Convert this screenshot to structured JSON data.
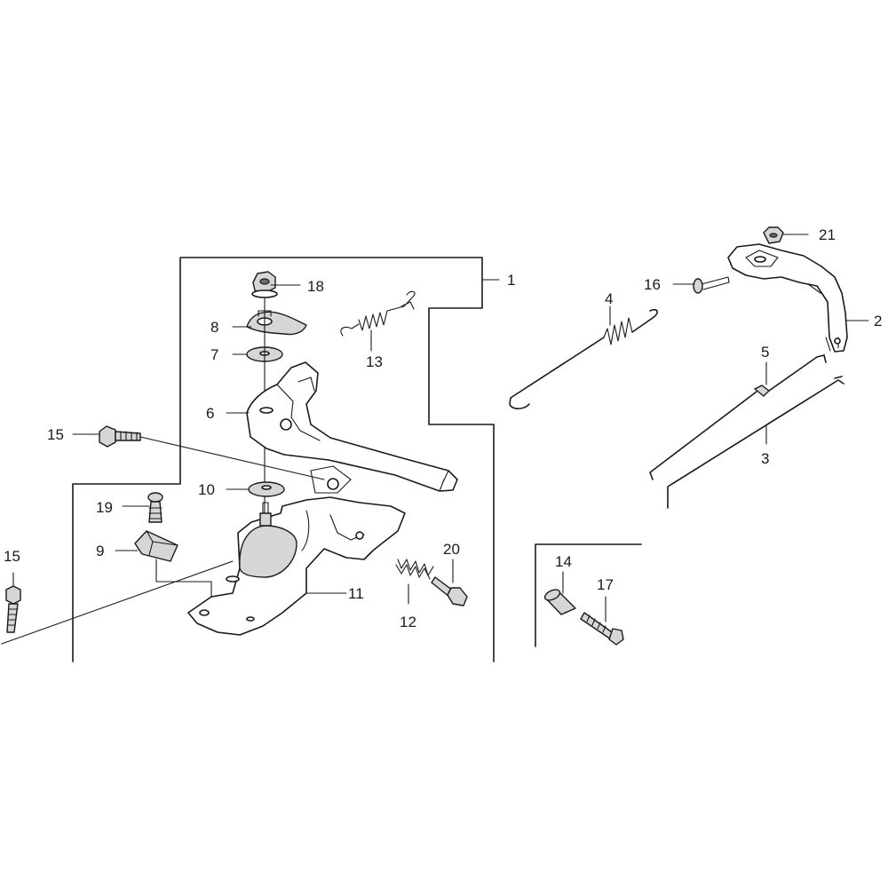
{
  "diagram": {
    "callouts": [
      {
        "id": "c1",
        "text": "1"
      },
      {
        "id": "c2",
        "text": "2"
      },
      {
        "id": "c3",
        "text": "3"
      },
      {
        "id": "c4",
        "text": "4"
      },
      {
        "id": "c5",
        "text": "5"
      },
      {
        "id": "c6",
        "text": "6"
      },
      {
        "id": "c7",
        "text": "7"
      },
      {
        "id": "c8",
        "text": "8"
      },
      {
        "id": "c9",
        "text": "9"
      },
      {
        "id": "c10",
        "text": "10"
      },
      {
        "id": "c11",
        "text": "11"
      },
      {
        "id": "c12",
        "text": "12"
      },
      {
        "id": "c13",
        "text": "13"
      },
      {
        "id": "c14",
        "text": "14"
      },
      {
        "id": "c15a",
        "text": "15"
      },
      {
        "id": "c15b",
        "text": "15"
      },
      {
        "id": "c16",
        "text": "16"
      },
      {
        "id": "c17",
        "text": "17"
      },
      {
        "id": "c18",
        "text": "18"
      },
      {
        "id": "c19",
        "text": "19"
      },
      {
        "id": "c20",
        "text": "20"
      },
      {
        "id": "c21",
        "text": "21"
      }
    ]
  }
}
